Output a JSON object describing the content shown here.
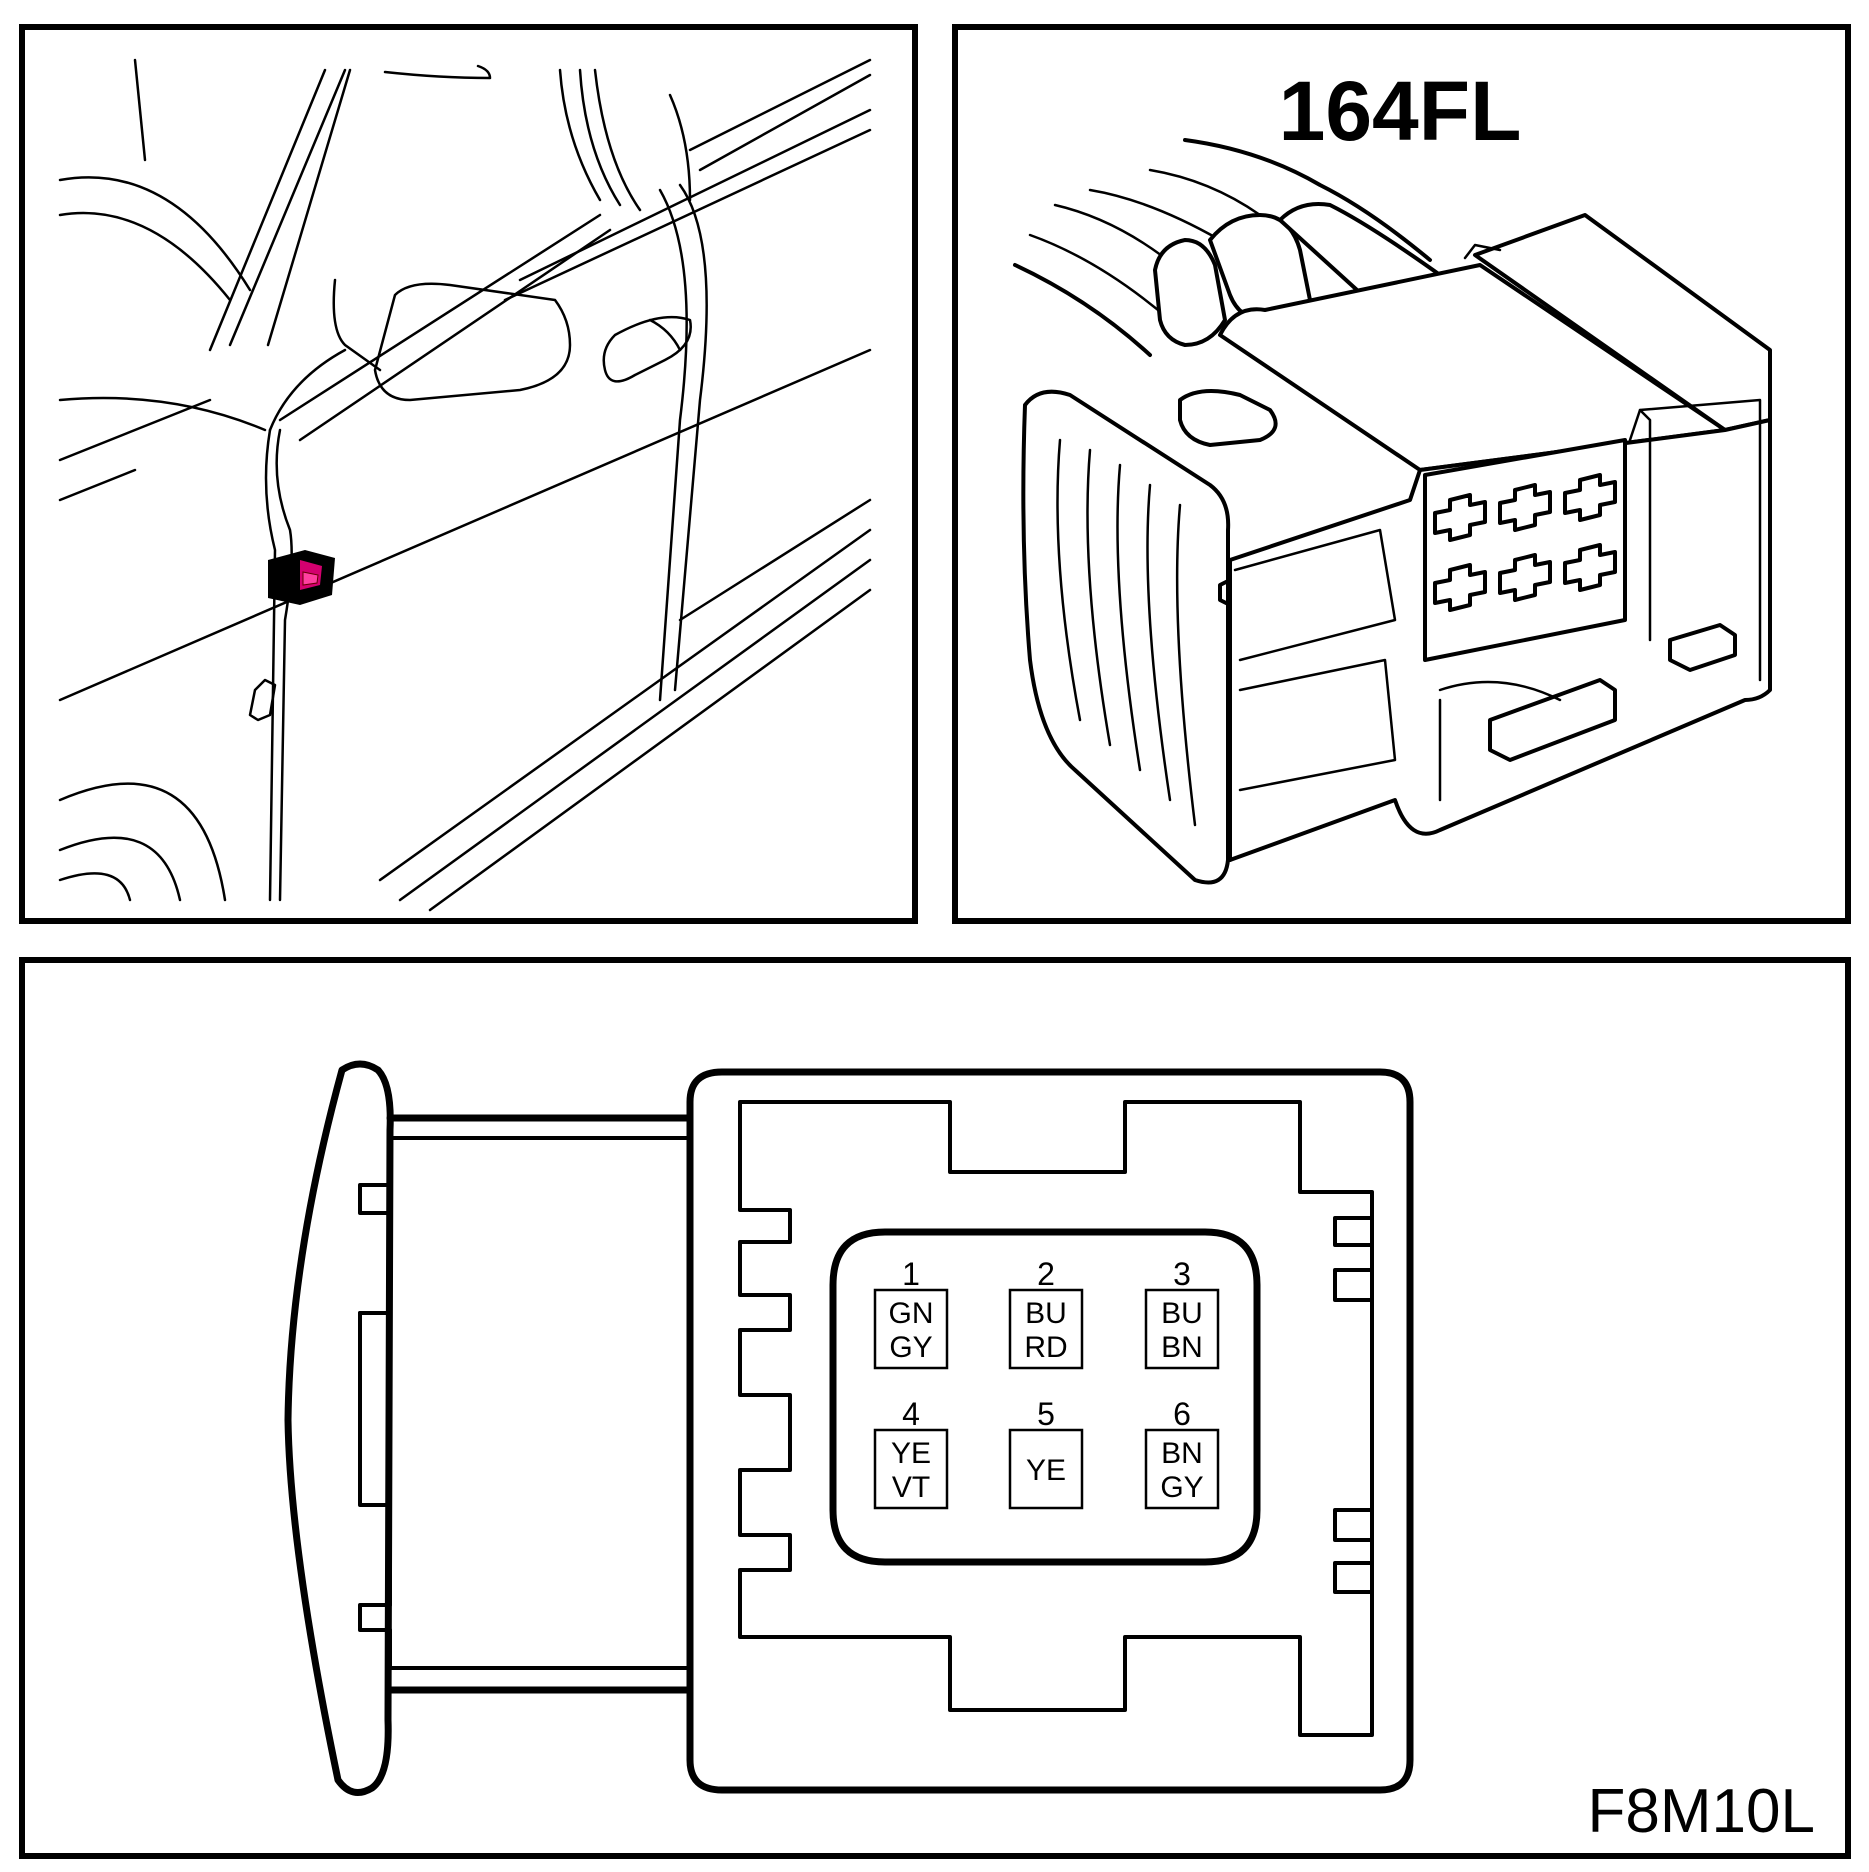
{
  "connector_id": "164FL",
  "figure_code": "F8M10L",
  "highlight_color": "#d4006f",
  "pins": [
    {
      "number": "1",
      "colors": [
        "GN",
        "GY"
      ]
    },
    {
      "number": "2",
      "colors": [
        "BU",
        "RD"
      ]
    },
    {
      "number": "3",
      "colors": [
        "BU",
        "BN"
      ]
    },
    {
      "number": "4",
      "colors": [
        "YE",
        "VT"
      ]
    },
    {
      "number": "5",
      "colors": [
        "YE"
      ]
    },
    {
      "number": "6",
      "colors": [
        "BN",
        "GY"
      ]
    }
  ]
}
